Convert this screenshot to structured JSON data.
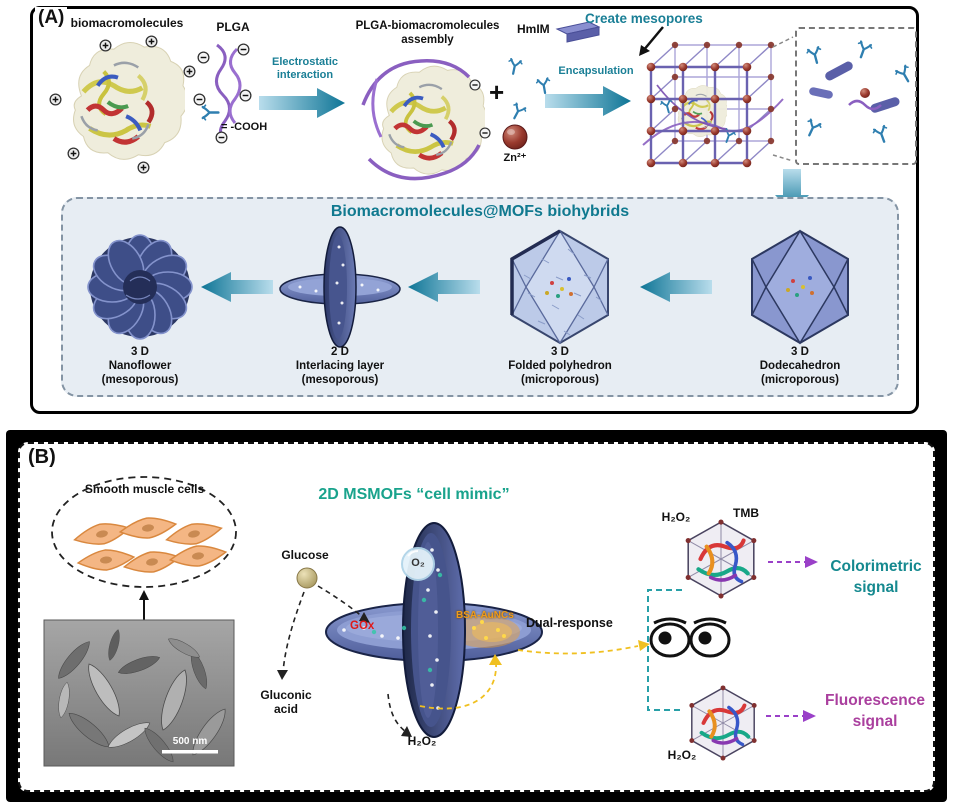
{
  "panel_a": {
    "label": "(A)",
    "biomacromolecules": "biomacromolecules",
    "plga": "PLGA",
    "cooh": "= -COOH",
    "electrostatic": [
      "Electrostatic",
      "interaction"
    ],
    "assembly": [
      "PLGA-biomacromolecules",
      "assembly"
    ],
    "plus": "+",
    "hmim": "HmIM",
    "zn": "Zn²⁺",
    "encapsulation": "Encapsulation",
    "create_mesopores": "Create mesopores",
    "biohybrids_title": "Biomacromolecules@MOFs biohybrids",
    "structures": [
      {
        "dim": "3 D",
        "name": "Nanoflower",
        "porosity": "(mesoporous)"
      },
      {
        "dim": "2 D",
        "name": "Interlacing layer",
        "porosity": "(mesoporous)"
      },
      {
        "dim": "3 D",
        "name": "Folded polyhedron",
        "porosity": "(microporous)"
      },
      {
        "dim": "3 D",
        "name": "Dodecahedron",
        "porosity": "(microporous)"
      }
    ]
  },
  "panel_b": {
    "label": "(B)",
    "smooth_muscle_cells": "Smooth muscle cells",
    "scale_bar": "500 nm",
    "title": "2D MSMOFs “cell mimic”",
    "glucose": "Glucose",
    "o2": "O₂",
    "gox": "GOx",
    "bsa_auncs": "BSA-AuNCs",
    "gluconic_acid": [
      "Gluconic",
      "acid"
    ],
    "h2o2": "H₂O₂",
    "dual_response": "Dual-response",
    "tmb": "TMB",
    "colorimetric": [
      "Colorimetric",
      "signal"
    ],
    "fluorescence": [
      "Fluorescence",
      "signal"
    ]
  },
  "icons": {
    "positive_charge": "plus-in-circle",
    "negative_charge": "minus-in-circle",
    "antibody_y": "Y-shaped-ligand",
    "eyes": "observer-eyes"
  },
  "colors": {
    "arrow_teal_dark": "#0e7596",
    "arrow_teal_light": "#b9ddec",
    "teal_text": "#1a7f96",
    "biohybrids_title_teal": "#10798f",
    "mimic_title_teal": "#19a38c",
    "colorimetric_teal": "#15898f",
    "fluorescence_magenta": "#aa3f9e",
    "gox_red": "#e01818",
    "bsa_orange": "#f09a18",
    "mof_purple": "#6a62b0",
    "zn_node_red": "#7a2420",
    "structure_blue": "#8997cf"
  }
}
